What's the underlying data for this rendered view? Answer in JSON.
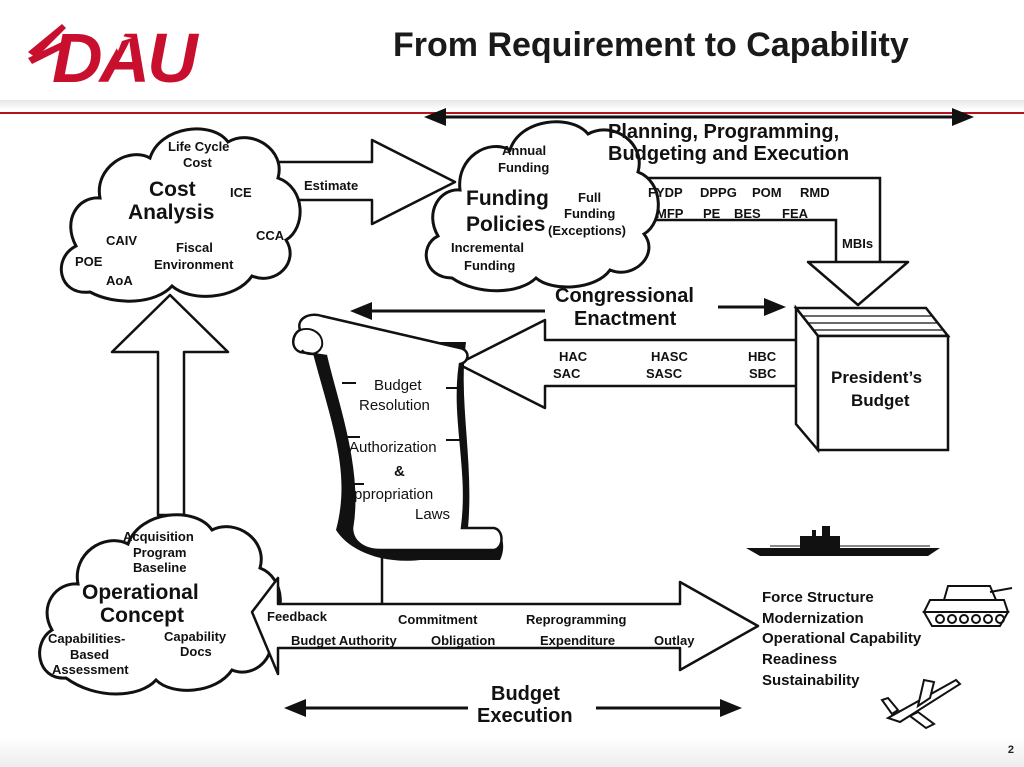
{
  "header": {
    "logo_text": "DAU",
    "title": "From Requirement to Capability"
  },
  "page_number": "2",
  "ppbe": {
    "title_line1": "Planning, Programming,",
    "title_line2": "Budgeting and Execution",
    "row1": [
      "FYDP",
      "DPPG",
      "POM",
      "RMD"
    ],
    "row2": [
      "MFP",
      "PE",
      "BES",
      "FEA"
    ],
    "mbis": "MBIs"
  },
  "cost_analysis": {
    "title_line1": "Cost",
    "title_line2": "Analysis",
    "life_cycle_line1": "Life Cycle",
    "life_cycle_line2": "Cost",
    "ice": "ICE",
    "cca": "CCA",
    "caiv": "CAIV",
    "poe": "POE",
    "aoa": "AoA",
    "fiscal_line1": "Fiscal",
    "fiscal_line2": "Environment"
  },
  "estimate_label": "Estimate",
  "funding_policies": {
    "title_line1": "Funding",
    "title_line2": "Policies",
    "annual_line1": "Annual",
    "annual_line2": "Funding",
    "full_line1": "Full",
    "full_line2": "Funding",
    "full_line3": "(Exceptions)",
    "incremental_line1": "Incremental",
    "incremental_line2": "Funding"
  },
  "congressional": {
    "title_line1": "Congressional",
    "title_line2": "Enactment",
    "committees_row1": [
      "HAC",
      "HASC",
      "HBC"
    ],
    "committees_row2": [
      "SAC",
      "SASC",
      "SBC"
    ]
  },
  "presidents_budget": {
    "line1": "President’s",
    "line2": "Budget"
  },
  "scroll": {
    "budget_resolution_line1": "Budget",
    "budget_resolution_line2": "Resolution",
    "authorization": "Authorization",
    "ampersand": "&",
    "appropriation": "Appropriation",
    "laws": "Laws"
  },
  "operational_concept": {
    "title_line1": "Operational",
    "title_line2": "Concept",
    "apb_line1": "Acquisition",
    "apb_line2": "Program",
    "apb_line3": "Baseline",
    "cba_line1": "Capabilities-",
    "cba_line2": "Based",
    "cba_line3": "Assessment",
    "capdocs_line1": "Capability",
    "capdocs_line2": "Docs"
  },
  "execution_arrow": {
    "feedback": "Feedback",
    "commitment": "Commitment",
    "reprogramming": "Reprogramming",
    "budget_authority": "Budget Authority",
    "obligation": "Obligation",
    "expenditure": "Expenditure",
    "outlay": "Outlay"
  },
  "outcomes": [
    "Force Structure",
    "Modernization",
    "Operational Capability",
    "Readiness",
    "Sustainability"
  ],
  "budget_execution": {
    "line1": "Budget",
    "line2": "Execution"
  },
  "colors": {
    "brand_red": "#c8102e",
    "rule_red": "#b5121b",
    "ink": "#111111"
  }
}
